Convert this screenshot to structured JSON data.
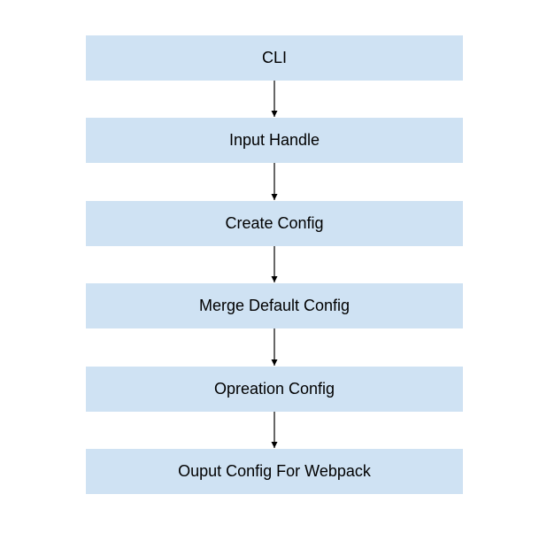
{
  "diagram": {
    "steps": [
      {
        "label": "CLI"
      },
      {
        "label": "Input Handle"
      },
      {
        "label": "Create Config"
      },
      {
        "label": "Merge Default Config"
      },
      {
        "label": "Opreation Config"
      },
      {
        "label": "Ouput Config For Webpack"
      }
    ],
    "colors": {
      "box_fill": "#cfe2f3",
      "arrow": "#000000",
      "text": "#000000"
    }
  }
}
